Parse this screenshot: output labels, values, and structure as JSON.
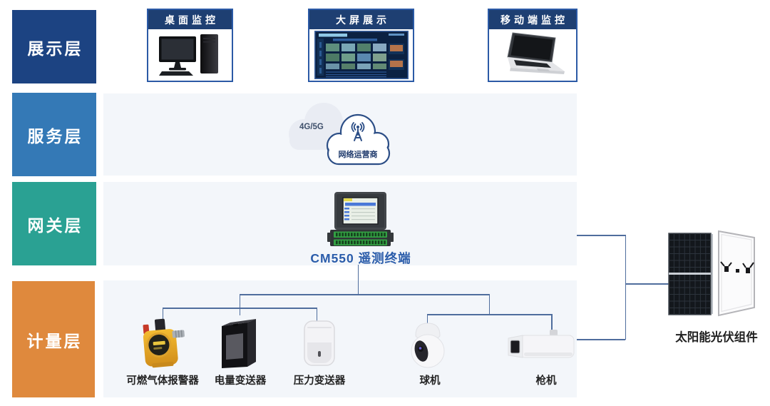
{
  "layers": [
    {
      "label": "展示层",
      "color": "#1c4382"
    },
    {
      "label": "服务层",
      "color": "#3479b6"
    },
    {
      "label": "网关层",
      "color": "#2aa193"
    },
    {
      "label": "计量层",
      "color": "#df893d"
    }
  ],
  "display_items": [
    {
      "label": "桌面监控",
      "icon": "desktop-computer-icon"
    },
    {
      "label": "大屏展示",
      "icon": "dashboard-screen-icon"
    },
    {
      "label": "移动端监控",
      "icon": "laptop-icon"
    }
  ],
  "service_layer": {
    "network_label": "4G/5G",
    "operator_label": "网络运营商",
    "icon": "signal-tower-icon"
  },
  "gateway_layer": {
    "device_label": "CM550 遥测终端",
    "icon": "rtu-device-icon"
  },
  "metering_devices": [
    {
      "label": "可燃气体报警器",
      "icon": "gas-alarm-icon"
    },
    {
      "label": "电量变送器",
      "icon": "power-transmitter-icon"
    },
    {
      "label": "压力变送器",
      "icon": "pressure-transmitter-icon"
    },
    {
      "label": "球机",
      "icon": "dome-camera-icon"
    },
    {
      "label": "枪机",
      "icon": "bullet-camera-icon"
    }
  ],
  "external_device": {
    "label": "太阳能光伏组件",
    "icon": "solar-panel-icon"
  },
  "colors": {
    "display_layer": "#1c4382",
    "service_layer": "#3479b6",
    "gateway_layer": "#2aa193",
    "metering_layer": "#df893d",
    "band_background": "#f3f6fa",
    "box_header": "#1e3f72",
    "box_border": "#2b5aa6",
    "connector_line": "#4f6d9d",
    "gateway_text": "#2a5caa",
    "cloud_outline": "#2c4e86"
  }
}
